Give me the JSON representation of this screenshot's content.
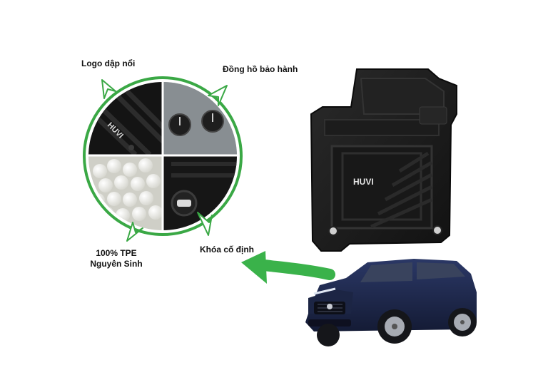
{
  "callouts": {
    "logo": "Logo dập nổi",
    "warranty_clock": "Đồng hồ bảo hành",
    "material_line1": "100% TPE",
    "material_line2": "Nguyên Sinh",
    "lock": "Khóa cố định"
  },
  "mat_logo": "HUVI",
  "colors": {
    "accent_green": "#2e9e3a",
    "mat_black": "#1b1b1b",
    "car_blue": "#1f2a4d"
  },
  "icons": [
    "pointer-arrow-icon",
    "curved-arrow-icon"
  ]
}
